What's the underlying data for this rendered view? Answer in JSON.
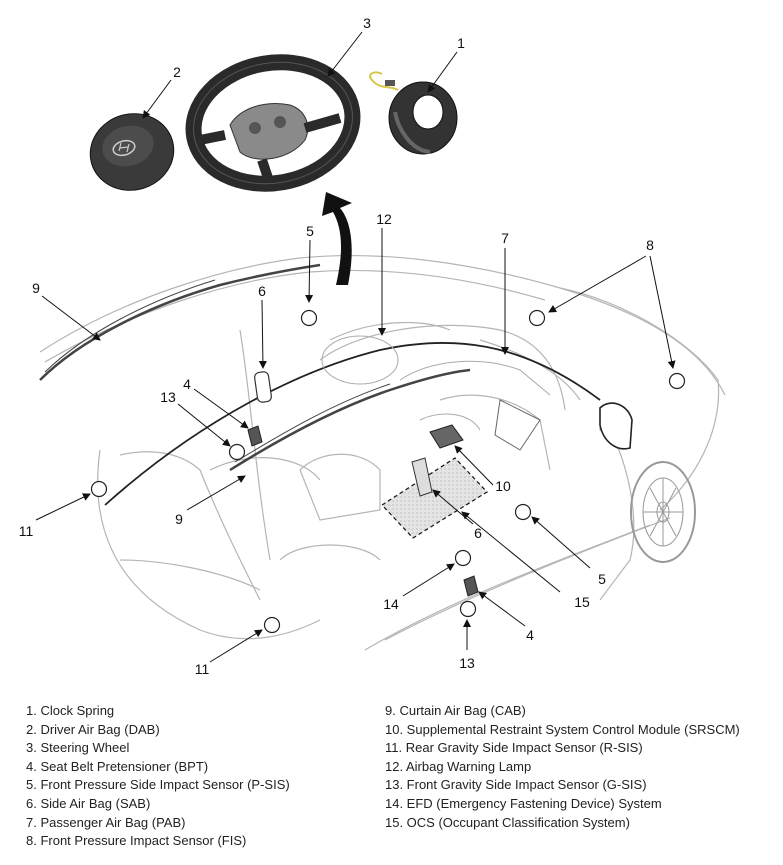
{
  "callouts": {
    "n1": "1",
    "n2": "2",
    "n3": "3",
    "n4a": "4",
    "n4b": "4",
    "n5a": "5",
    "n5b": "5",
    "n6a": "6",
    "n6b": "6",
    "n7": "7",
    "n8": "8",
    "n9a": "9",
    "n9b": "9",
    "n10": "10",
    "n11a": "11",
    "n11b": "11",
    "n12": "12",
    "n13a": "13",
    "n13b": "13",
    "n14": "14",
    "n15": "15"
  },
  "legend": {
    "left": [
      "1. Clock Spring",
      "2. Driver Air Bag (DAB)",
      "3. Steering Wheel",
      "4. Seat Belt Pretensioner (BPT)",
      "5. Front Pressure Side Impact Sensor (P-SIS)",
      "6. Side Air Bag (SAB)",
      "7. Passenger Air Bag (PAB)",
      "8. Front Pressure Impact Sensor (FIS)"
    ],
    "right": [
      "9. Curtain Air Bag (CAB)",
      "10. Supplemental Restraint System Control Module (SRSCM)",
      "11. Rear Gravity Side Impact Sensor (R-SIS)",
      "12. Airbag Warning Lamp",
      "13. Front Gravity Side Impact Sensor (G-SIS)",
      "14. EFD (Emergency Fastening Device) System",
      "15. OCS (Occupant Classification System)"
    ]
  }
}
